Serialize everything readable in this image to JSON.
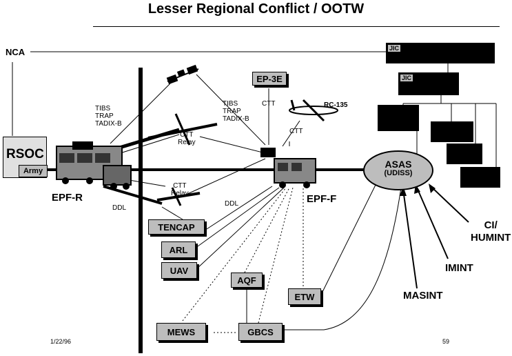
{
  "title": "Lesser Regional Conflict / OOTW",
  "labels": {
    "nca": "NCA",
    "rsoc": "RSOC",
    "army": "Army",
    "epf_r": "EPF-R",
    "epf_f": "EPF-F",
    "tibs_left": [
      "TIBS",
      "TRAP",
      "TADIX-B"
    ],
    "tibs_right": [
      "TIBS",
      "TRAP",
      "TADIX-B"
    ],
    "ctt_relay_top": [
      "CTT",
      "Relay"
    ],
    "ctt_relay_bottom": [
      "CTT",
      "Relay"
    ],
    "ctt_ep3e": "CTT",
    "ctt_rc135": "CTT",
    "rc135": "RC-135",
    "ddl_left": "DDL",
    "ddl_right": "DDL",
    "ci_humint": [
      "CI/",
      "HUMINT"
    ],
    "imint": "IMINT",
    "masint": "MASINT"
  },
  "boxes": {
    "ep3e": "EP-3E",
    "tencap": "TENCAP",
    "arl": "ARL",
    "uav": "UAV",
    "aqf": "AQF",
    "etw": "ETW",
    "mews": "MEWS",
    "gbcs": "GBCS",
    "asas": "ASAS",
    "udiss": "(UDISS)"
  },
  "hierarchy": {
    "top": "JIC",
    "second": "JIC"
  },
  "footer": {
    "date": "1/22/96",
    "page": "59"
  }
}
